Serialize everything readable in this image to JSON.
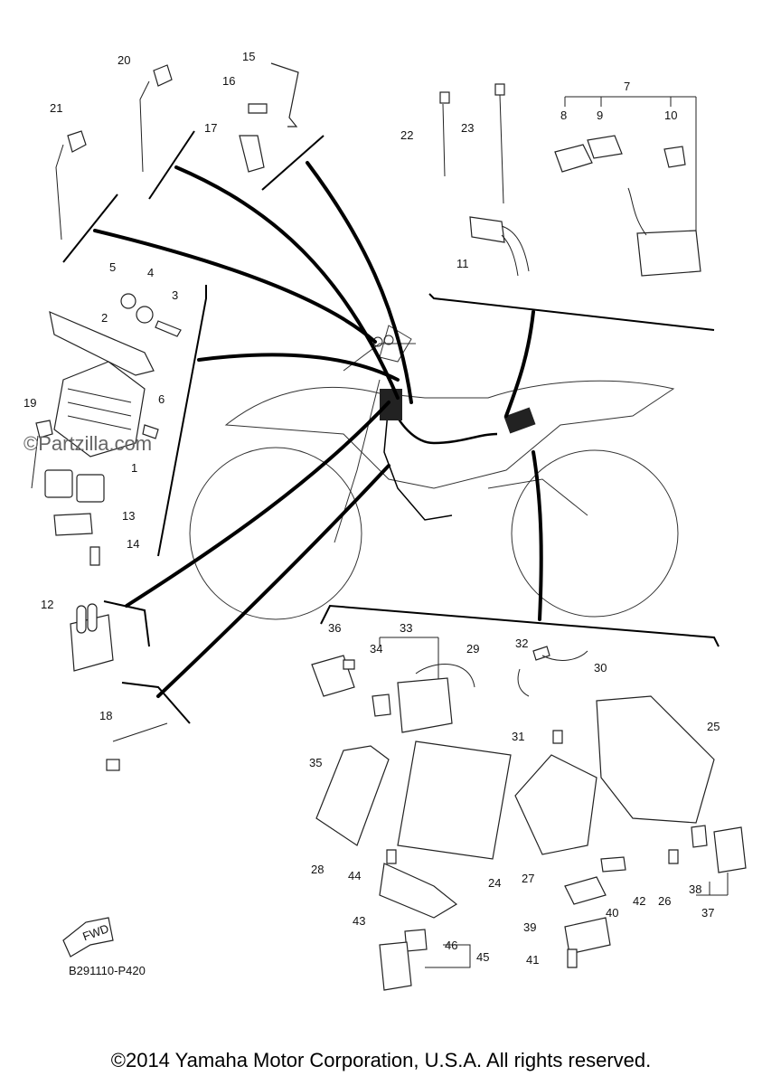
{
  "watermark": "©Partzilla.com",
  "diagram_code": "B291110-P420",
  "fwd_label": "FWD",
  "copyright": "©2014 Yamaha Motor Corporation, U.S.A. All rights reserved.",
  "callouts": [
    "1",
    "2",
    "3",
    "4",
    "5",
    "6",
    "7",
    "8",
    "9",
    "10",
    "11",
    "12",
    "13",
    "14",
    "15",
    "16",
    "17",
    "18",
    "19",
    "20",
    "21",
    "22",
    "23",
    "24",
    "25",
    "26",
    "27",
    "28",
    "29",
    "30",
    "31",
    "32",
    "33",
    "34",
    "35",
    "36",
    "37",
    "38",
    "39",
    "40",
    "41",
    "42",
    "43",
    "44",
    "45",
    "46"
  ]
}
